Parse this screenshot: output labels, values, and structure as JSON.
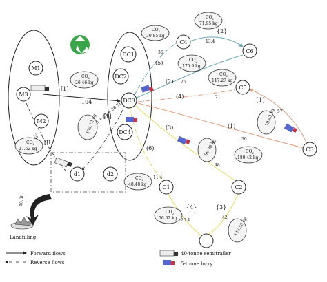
{
  "nodes": {
    "M1": "M1",
    "M2": "M2",
    "M3": "M3",
    "DC1": "DC1",
    "DC2": "DC2",
    "DC3": "DC3",
    "DC4": "DC4",
    "C1": "C1",
    "C2": "C2",
    "C3": "C3",
    "C4": "C4",
    "C5": "C5",
    "C6": "C6",
    "d1": "d1",
    "d2": "d2"
  },
  "routes": {
    "r1": "[1]",
    "r1_dist": "104",
    "r2": "(2)",
    "r2_dist": "26",
    "r3": "(3)",
    "r3_dist": "48",
    "r4": "(4)",
    "r4_dist": "21",
    "r5": "(5)",
    "r5_dist": "36",
    "r6": "(6)",
    "r6_dist": "11.4",
    "r_c4c6": "{2}",
    "r_c4c6_dist": "13.4",
    "r_c3c5": "{1}",
    "r_c3c5_dist": "57",
    "r_dc3c3": "(1)",
    "r_dc3c3_dist": "30",
    "r_c2c1": "{3}",
    "r_c2c1_dist": "42",
    "r_c1lower": "{4}",
    "r_c1lower_dist": "20.4",
    "r_reverse": "[1]",
    "r_reverse_dist": "(14 + 3.8 + 21 + 38.7)",
    "r_m3d1": "[II]",
    "r_m3d1_dist": "25.14"
  },
  "clouds": {
    "c1": {
      "co2": "CO",
      "sub": "2",
      "value": "26.46 kg"
    },
    "c2": {
      "co2": "CO",
      "sub": "2",
      "value": "30.85 kg"
    },
    "c3": {
      "co2": "CO",
      "sub": "2",
      "value": "71.95 kg"
    },
    "c4": {
      "co2": "CO",
      "sub": "2",
      "value": "175.9 kg"
    },
    "c5": {
      "co2": "CO",
      "sub": "2",
      "value": "117.27 kg"
    },
    "c6": {
      "co2": "CO",
      "sub": "2",
      "value": "78.43 kg"
    },
    "c7": {
      "co2": "CO",
      "sub": "2",
      "value": "180.42 kg"
    },
    "c8": {
      "co2": "CO",
      "sub": "2",
      "value": "99.28 kg"
    },
    "c9": {
      "co2": "CO",
      "sub": "2",
      "value": "48.48 kg"
    },
    "c10": {
      "co2": "CO",
      "sub": "2",
      "value": "56.62 kg"
    },
    "c11": {
      "co2": "CO",
      "sub": "2",
      "value": "145.56 kg"
    },
    "c12": {
      "co2": "CO",
      "sub": "2",
      "value": "27.62 kg"
    },
    "c13": {
      "co2": "CO",
      "sub": "2",
      "value": "105.12 kg"
    }
  },
  "landfill": {
    "value": "10.86",
    "label": "Landfilling"
  },
  "legend": {
    "forward": "Forward flows",
    "reverse": "Reverse flows",
    "truck40": "40-tonne semitrailer",
    "lorry5": "5-tonne lorry"
  },
  "colors": {
    "forward": "#222222",
    "teal": "#6aa8b8",
    "orange": "#e0a080",
    "yellow": "#e8e070",
    "green": "#3aa64a",
    "truck_blue": "#5566cc",
    "truck_red": "#cc3344"
  }
}
